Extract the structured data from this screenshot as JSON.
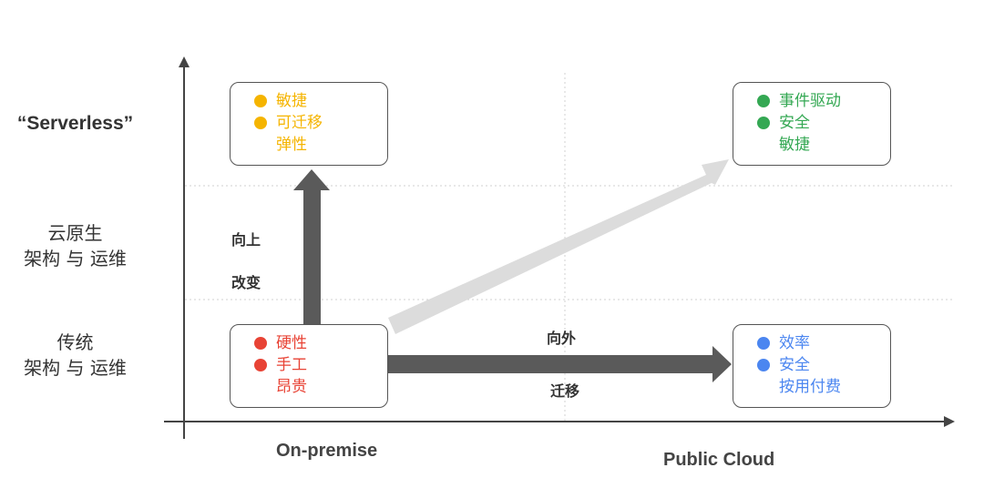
{
  "y_axis": {
    "serverless": "“Serverless”",
    "cloud_native_line1": "云原生",
    "cloud_native_line2": "架构 与 运维",
    "traditional_line1": "传统",
    "traditional_line2": "架构 与 运维"
  },
  "x_axis": {
    "on_premise": "On-premise",
    "public_cloud": "Public Cloud"
  },
  "colors": {
    "yellow": "#f5b400",
    "green": "#34a853",
    "red": "#e84335",
    "blue": "#4b86f0",
    "dark_arrow": "#5a5a5a",
    "light_arrow": "#dcdcdc"
  },
  "boxes": {
    "top_left": {
      "color": "#f5b400",
      "items": [
        {
          "text": "敏捷",
          "dot": true
        },
        {
          "text": "可迁移",
          "dot": true
        },
        {
          "text": "弹性",
          "dot": false
        }
      ]
    },
    "top_right": {
      "color": "#34a853",
      "items": [
        {
          "text": "事件驱动",
          "dot": true
        },
        {
          "text": "安全",
          "dot": true
        },
        {
          "text": "敏捷",
          "dot": false
        }
      ]
    },
    "bottom_left": {
      "color": "#e84335",
      "items": [
        {
          "text": "硬性",
          "dot": true
        },
        {
          "text": "手工",
          "dot": true
        },
        {
          "text": "昂贵",
          "dot": false
        }
      ]
    },
    "bottom_right": {
      "color": "#4b86f0",
      "items": [
        {
          "text": "效率",
          "dot": true
        },
        {
          "text": "安全",
          "dot": true
        },
        {
          "text": "按用付费",
          "dot": false
        }
      ]
    }
  },
  "arrows": {
    "up_line1": "向上",
    "up_line2": "改变",
    "right_top": "向外",
    "right_bottom": "迁移"
  }
}
